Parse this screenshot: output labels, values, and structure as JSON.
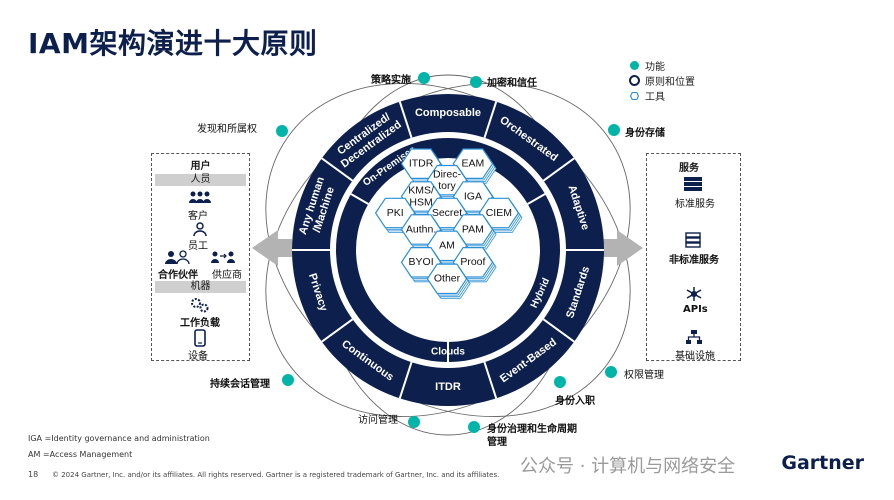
{
  "title": "IAM架构演进十大原则",
  "legend": [
    {
      "icon": "teal-dot-icon",
      "label": "功能"
    },
    {
      "icon": "navy-circle-icon",
      "label": "原则和位置"
    },
    {
      "icon": "hexagon-icon",
      "label": "工具"
    }
  ],
  "ring_principles": [
    "Centralized/ Decentralized",
    "Composable",
    "Orchestrated",
    "Adaptive",
    "Standards",
    "Event-Based",
    "ITDR",
    "Continuous",
    "Privacy",
    "Any human /Machine"
  ],
  "inner_ring": [
    "On-Premises",
    "Hybrid",
    "Clouds"
  ],
  "tools": [
    "ITDR",
    "EAM",
    "Direc-tory",
    "KMS/ HSM",
    "IGA",
    "PKI",
    "Secret",
    "CIEM",
    "Authn.",
    "PAM",
    "AM",
    "BYOI",
    "Proof",
    "Other"
  ],
  "functions": [
    "策略实施",
    "加密和信任",
    "身份存储",
    "发现和所属权",
    "持续会话管理",
    "权限管理",
    "身份入职",
    "访问管理",
    "身份治理和生命周期管理"
  ],
  "left_panel": {
    "header": "用户",
    "people_bar": "人员",
    "items": [
      "客户",
      "员工",
      "合作伙伴",
      "供应商"
    ],
    "machine_bar": "机器",
    "machine_items": [
      "工作负载",
      "设备"
    ]
  },
  "right_panel": {
    "header": "服务",
    "items": [
      "标准服务",
      "非标准服务",
      "APIs",
      "基础设施"
    ]
  },
  "notes": [
    "IGA =Identity governance and administration",
    "AM =Access Management"
  ],
  "page_number": "18",
  "copyright": "© 2024 Gartner, Inc. and/or its affiliates. All rights reserved. Gartner is a registered trademark of Gartner, Inc. and its affiliates.",
  "brand": "Gartner",
  "watermark": "公众号 · 计算机与网络安全",
  "colors": {
    "navy": "#0d1f4c",
    "teal": "#00b5a8",
    "gray_arrow": "#b3b3b3"
  }
}
